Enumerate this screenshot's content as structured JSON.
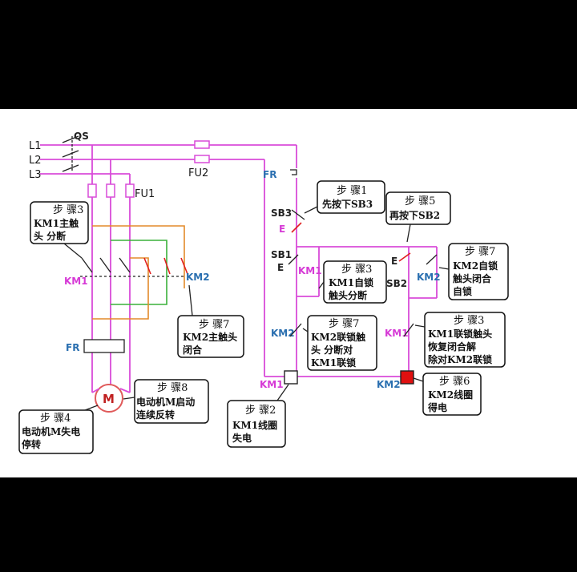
{
  "labels": {
    "l1": "L1",
    "l2": "L2",
    "l3": "L3",
    "qs": "QS",
    "fu1": "FU1",
    "fu2": "FU2",
    "km1_left": "KM1",
    "km2_left": "KM2",
    "fr_left": "FR",
    "motor": "M",
    "fr_right": "FR",
    "sb3": "SB3",
    "sb1": "SB1",
    "sb2": "SB2",
    "km1_contact": "KM1",
    "km2_self": "KM2",
    "km2_interlock": "KM2",
    "km1_interlock": "KM1",
    "km1_coil": "KM1",
    "km2_coil": "KM2",
    "e_sb3": "E",
    "e_sb1": "E",
    "e_sb2": "E"
  },
  "callouts": {
    "step1": {
      "title": "步 骤1",
      "line1": "先按下SB3"
    },
    "step5": {
      "title": "步 骤5",
      "line1": "再按下SB2"
    },
    "step3a": {
      "title": "步 骤3",
      "line1": "KM1主触",
      "line2": "头 分断"
    },
    "step3b": {
      "title": "步 骤3",
      "line1": "KM1自锁",
      "line2": "触头分断"
    },
    "step7a": {
      "title": "步 骤7",
      "line1": "KM2自锁",
      "line2": "触头闭合",
      "line3": "自锁"
    },
    "step7b": {
      "title": "步 骤7",
      "line1": "KM2主触头",
      "line2": "闭合"
    },
    "step7c": {
      "title": "步 骤7",
      "line1": "KM2联锁触",
      "line2": "头 分断对",
      "line3": "KM1联锁"
    },
    "step3c": {
      "title": "步 骤3",
      "line1": "KM1联锁触头",
      "line2": "恢复闭合解",
      "line3": "除对KM2联锁"
    },
    "step8": {
      "title": "步 骤8",
      "line1": "电动机M启动",
      "line2": "连续反转"
    },
    "step6": {
      "title": "步 骤6",
      "line1": "KM2线圈",
      "line2": "得电"
    },
    "step4": {
      "title": "步 骤4",
      "line1": "电动机M失电",
      "line2": "停转"
    },
    "step2": {
      "title": "步 骤2",
      "line1": "KM1线圈",
      "line2": "失电"
    }
  },
  "colors": {
    "wire": "#d94bd9",
    "km2_coil": "#e01010",
    "accent_blue": "#2a6fb0"
  }
}
